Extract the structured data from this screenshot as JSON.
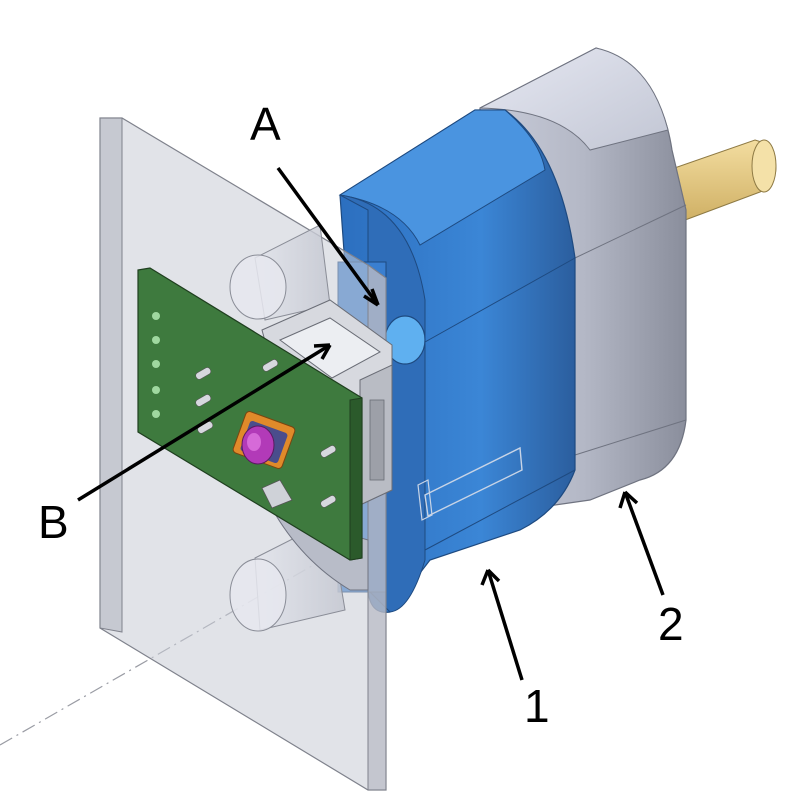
{
  "labels": {
    "a": "A",
    "b": "B",
    "one": "1",
    "two": "2"
  },
  "colors": {
    "blue_body": "#3d86d6",
    "grey_body": "#b8bcc8",
    "pcb_green": "#3e7a3e",
    "shaft_yellow": "#e6c97a",
    "panel_glass": "#c9ccd6",
    "button_purple": "#b23ab8",
    "button_orange": "#e08a2a"
  }
}
